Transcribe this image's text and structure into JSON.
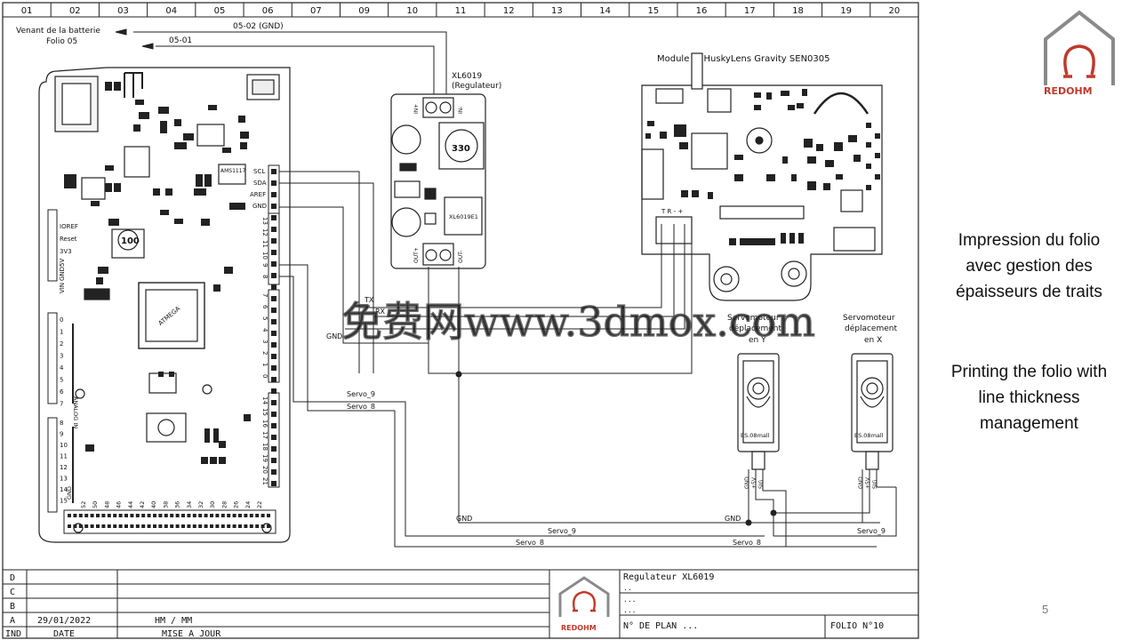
{
  "grid": {
    "columns": [
      "01",
      "02",
      "03",
      "04",
      "05",
      "06",
      "07",
      "09",
      "10",
      "11",
      "12",
      "13",
      "14",
      "15",
      "16",
      "17",
      "18",
      "19",
      "20"
    ]
  },
  "top_labels": {
    "battery_l1": "Venant de la batterie",
    "battery_l2": "Folio 05",
    "wire_gnd": "05-02 (GND)",
    "wire_01": "05-01"
  },
  "regulator": {
    "name": "XL6019",
    "sub": "(Regulateur)",
    "inductor": "330",
    "ic": "XL6019E1",
    "in_plus": "IN+",
    "in_minus": "IN-",
    "out_plus": "OUT+",
    "out_minus": "OUT-"
  },
  "husky": {
    "title": "Module AI HuskyLens Gravity SEN0305",
    "pins": "T R - +"
  },
  "arduino": {
    "header_pins": [
      "SCL",
      "SDA",
      "AREF",
      "GND"
    ],
    "digital_top": [
      "13",
      "12",
      "11",
      "10",
      "9",
      "8"
    ],
    "digital_mid": [
      "7",
      "6",
      "5",
      "4",
      "3",
      "2",
      "1",
      "0"
    ],
    "comm_pins": [
      "14",
      "15",
      "16",
      "17",
      "18",
      "19",
      "20",
      "21"
    ],
    "power_labels": [
      "IOREF",
      "Reset",
      "3V3",
      "5V",
      "GND",
      "VIN"
    ],
    "analog_labels": [
      "0",
      "1",
      "2",
      "3",
      "4",
      "5",
      "6",
      "7",
      "8",
      "9",
      "10",
      "11",
      "12",
      "13",
      "14",
      "15"
    ],
    "analog_title": "ANALOG IN",
    "bottom_pins": [
      "52",
      "50",
      "48",
      "46",
      "44",
      "42",
      "40",
      "38",
      "36",
      "34",
      "32",
      "30",
      "28",
      "26",
      "24",
      "22"
    ],
    "bottom_gnd": "GND",
    "chip_mark": "ATMEGA",
    "reg_chip": "AMS1117",
    "inductor_mark": "100"
  },
  "wire_labels": {
    "tx": "TX",
    "rx": "RX",
    "gnd_left": "GND",
    "servo9": "Servo_9",
    "servo8": "Servo_8",
    "gnd_bottom": "GND",
    "gnd_bottom_right": "GND",
    "servo9_bottom": "Servo_9",
    "servo9_bottom_right": "Servo_9",
    "servo8_bottom": "Servo_8",
    "servo8_bottom_right": "Servo_8"
  },
  "servos": [
    {
      "title_l1": "Servomoteur",
      "title_l2": "déplacement",
      "title_l3": "en Y",
      "model": "ES.08mall",
      "pins": [
        "GND",
        "+5V",
        "SIG"
      ]
    },
    {
      "title_l1": "Servomoteur",
      "title_l2": "déplacement",
      "title_l3": "en X",
      "model": "ES.08mall",
      "pins": [
        "GND",
        "+5V",
        "SIG"
      ]
    }
  ],
  "watermark": "免费网www.3dmox.com",
  "title_block": {
    "rev_rows": [
      "D",
      "C",
      "B",
      "A"
    ],
    "row_a_date": "29/01/2022",
    "row_a_update": "HM / MM",
    "col_ind": "IND",
    "col_date": "DATE",
    "col_update": "MISE A JOUR",
    "logo": "REDOHM",
    "desc_line1": "Regulateur XL6019",
    "desc_line2": "..",
    "desc_line3": "...",
    "desc_line4": "...",
    "plan_no": "N° DE PLAN    ...",
    "folio": "FOLIO N°10"
  },
  "brand": {
    "logo": "REDOHM",
    "color": "#c0392b",
    "roof_color": "#8a8a8a"
  },
  "side_text": {
    "fr_l1": "Impression du folio",
    "fr_l2": "avec gestion des",
    "fr_l3": "épaisseurs de traits",
    "en_l1": "Printing the folio with",
    "en_l2": "line thickness",
    "en_l3": "management"
  },
  "slide_number": "5"
}
